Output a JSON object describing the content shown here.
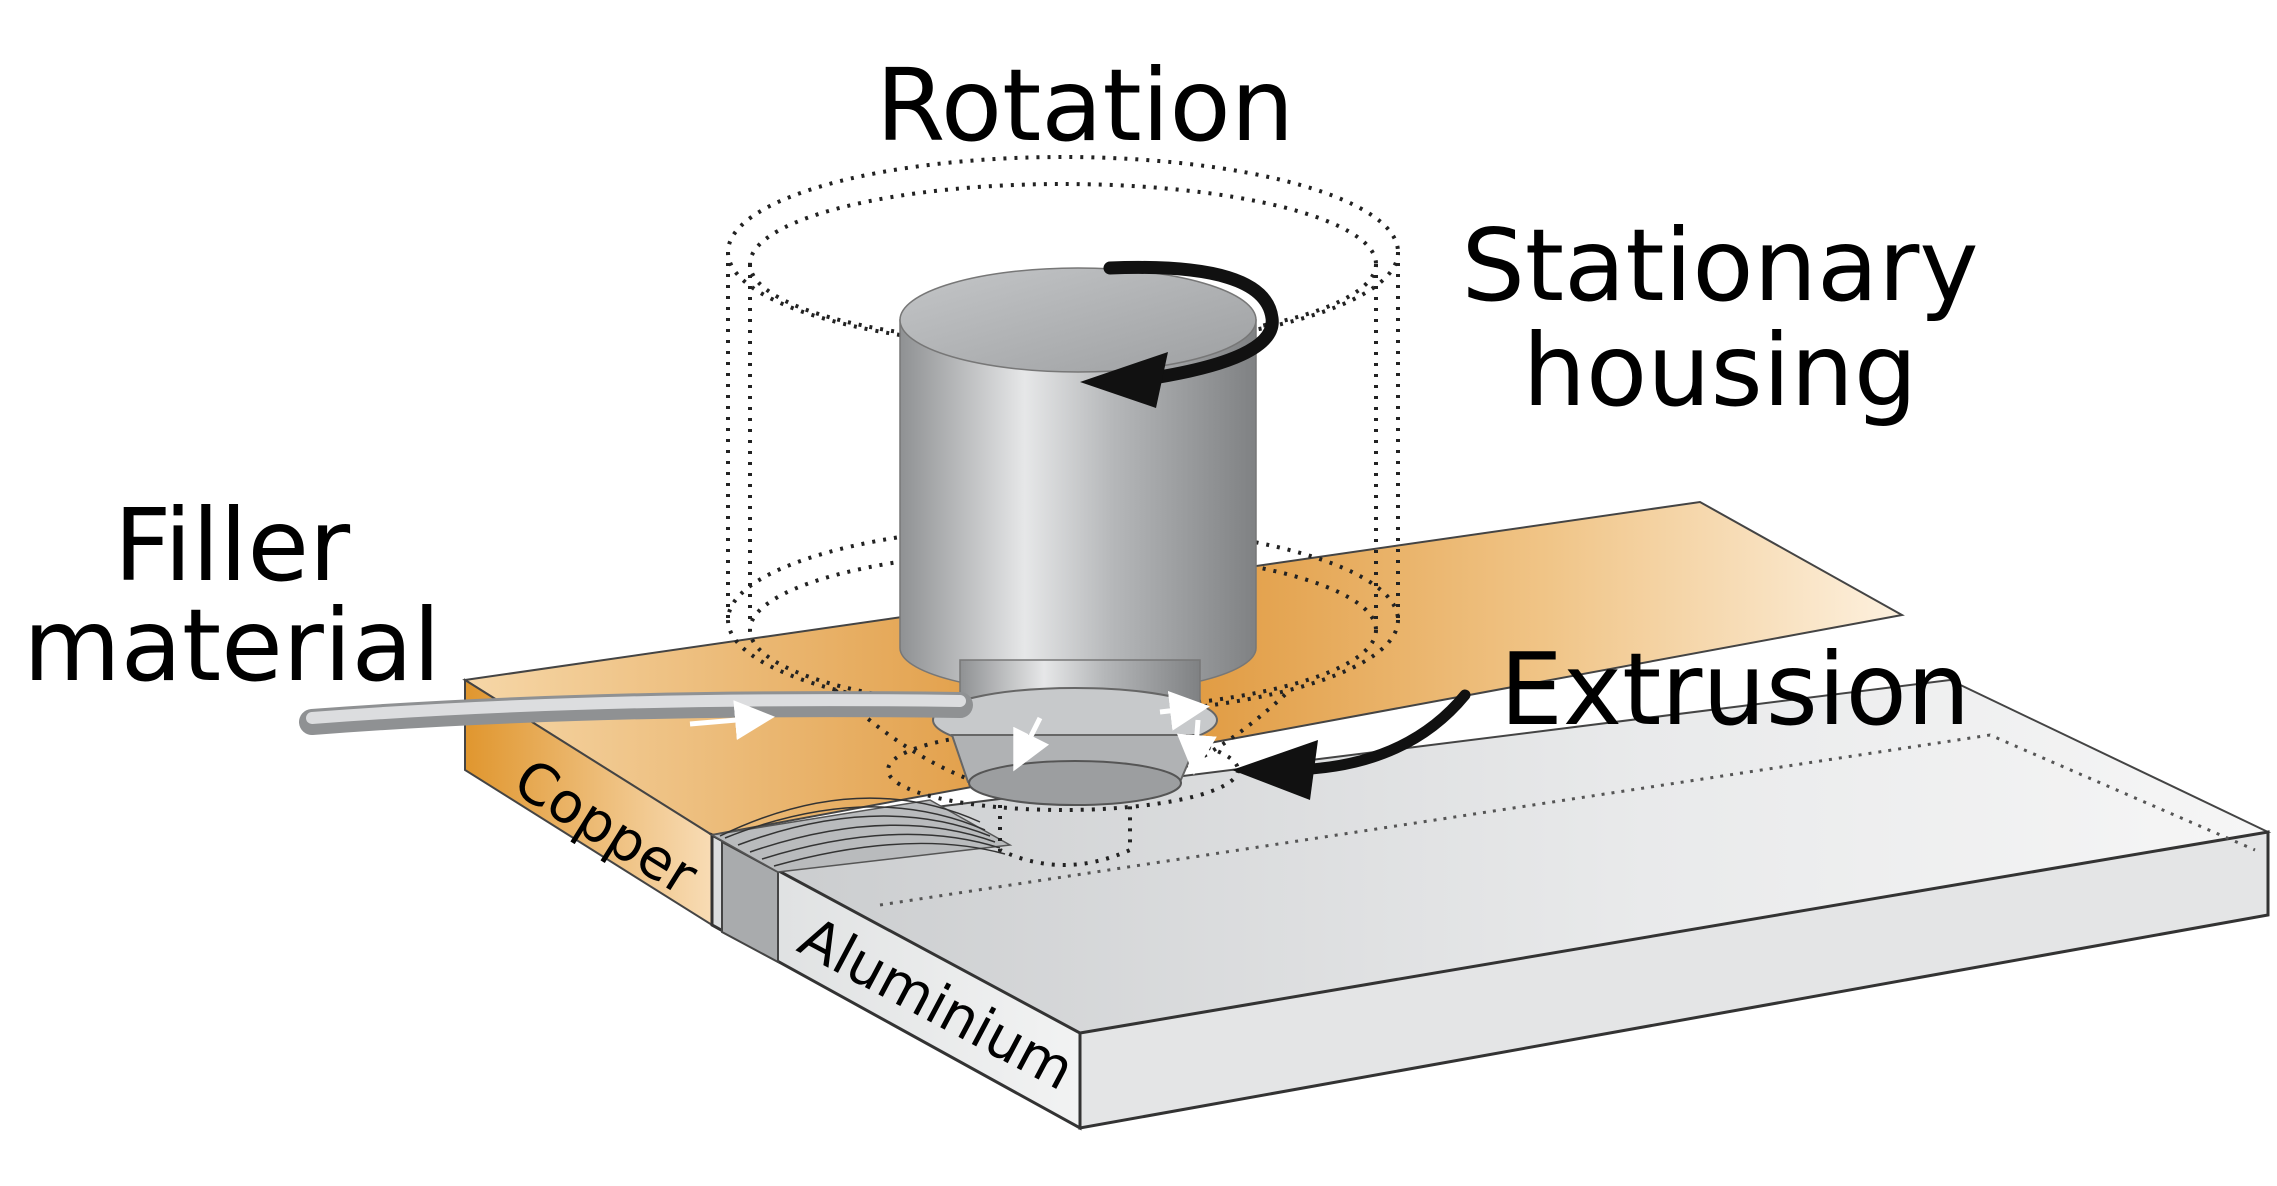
{
  "labels": {
    "rotation": "Rotation",
    "housing_line1": "Stationary",
    "housing_line2": "housing",
    "filler_line1": "Filler",
    "filler_line2": "material",
    "extrusion": "Extrusion",
    "copper": "Copper",
    "aluminium": "Aluminium"
  },
  "colors": {
    "copper": "#e0962e",
    "aluminium": "#d6d8d9",
    "tool": "#a7a9ab",
    "outline": "#1a1a1a"
  },
  "icons": {
    "rotation_arrow": "curved-arrow-icon",
    "extrusion_arrow": "curved-arrow-icon",
    "flow_arrows": "small-white-arrow-icon"
  }
}
